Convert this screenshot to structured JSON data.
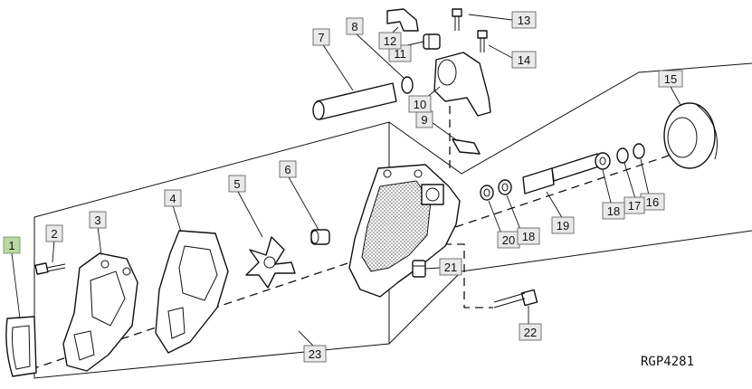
{
  "figure": {
    "reference_code": "RGP4281",
    "callouts": [
      {
        "label": "1",
        "selected": true
      },
      {
        "label": "2"
      },
      {
        "label": "3"
      },
      {
        "label": "4"
      },
      {
        "label": "5"
      },
      {
        "label": "6"
      },
      {
        "label": "7"
      },
      {
        "label": "8"
      },
      {
        "label": "9"
      },
      {
        "label": "10"
      },
      {
        "label": "11"
      },
      {
        "label": "12"
      },
      {
        "label": "13"
      },
      {
        "label": "14"
      },
      {
        "label": "15"
      },
      {
        "label": "16"
      },
      {
        "label": "17"
      },
      {
        "label": "18"
      },
      {
        "label": "19"
      },
      {
        "label": "20"
      },
      {
        "label": "18"
      },
      {
        "label": "21"
      },
      {
        "label": "22"
      },
      {
        "label": "23"
      }
    ]
  },
  "colors": {
    "line": "#111111",
    "callout_fill": "#e9e9e9",
    "callout_selected_fill": "#b9d9a4"
  }
}
